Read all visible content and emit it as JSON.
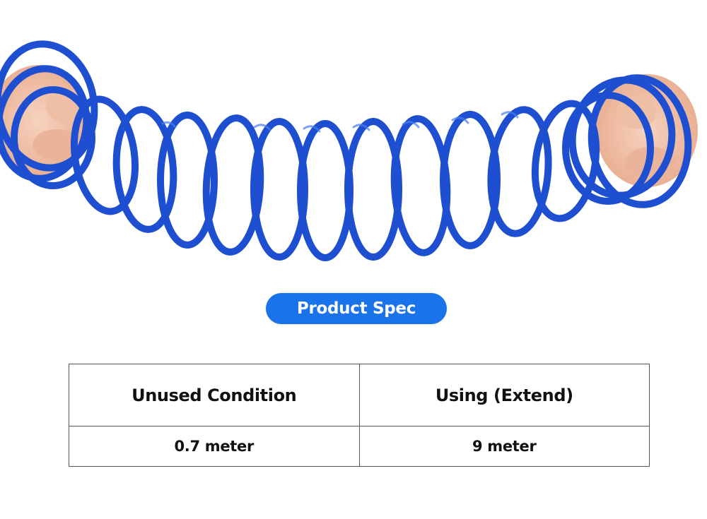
{
  "badge": {
    "label": "Product Spec"
  },
  "spec_table": {
    "headers": [
      "Unused Condition",
      "Using (Extend)"
    ],
    "values": [
      "0.7 meter",
      "9 meter"
    ]
  },
  "colors": {
    "coil": "#1f4fd1",
    "coil_highlight": "#4a7df0",
    "badge_bg": "#1a73e8",
    "skin": "#f1c2a8",
    "border": "#555555"
  },
  "hero_image": {
    "subject": "blue coiled hose stretched between two hands"
  }
}
